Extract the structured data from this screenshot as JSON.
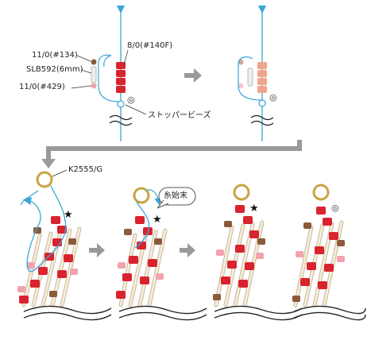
{
  "labels": {
    "top_left_bead": "11/0(#134)",
    "spacer": "SLB592(6mm)",
    "bottom_left_bead": "11/0(#429)",
    "right_bead": "8/0(#140F)",
    "stopper": "ストッパービーズ",
    "jump_ring": "K2555/G",
    "thread_end": "糸始末"
  },
  "marks": {
    "star": "★",
    "double_circle": "◎"
  },
  "colors": {
    "thread": "#3aa6d8",
    "red_bead": "#d9232e",
    "dark_bead": "#8a5a3a",
    "pink_bead": "#f2a3ae",
    "salmon_bead": "#eea58a",
    "bugle": "#f3e6cc",
    "gold_ring": "#c9a445",
    "arrow_gray": "#9a9a9a"
  }
}
